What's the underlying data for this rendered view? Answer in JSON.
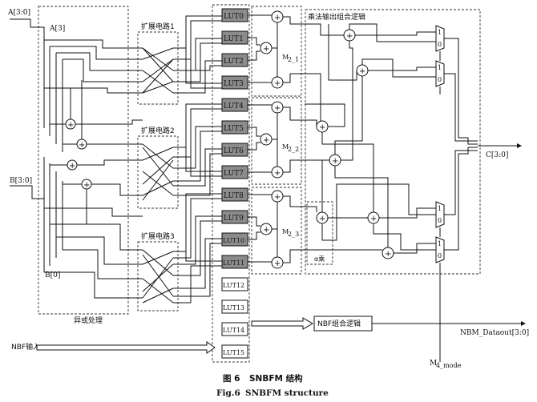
{
  "inputs": {
    "a_bus": "A[3:0]",
    "a3": "A[3]",
    "b_bus": "B[3:0]",
    "b0": "B[0]",
    "nbf_in": "NBF输入"
  },
  "blocks": {
    "xor_label": "异或处理",
    "ext1": "扩展电路1",
    "ext2": "扩展电路2",
    "ext3": "扩展电路3",
    "mult_logic": "乘法输出组合逻辑",
    "nbf_logic": "NBF组合逻辑",
    "alpha": "α乘",
    "m2_1": "M",
    "m2_1_sub": "2_1",
    "m2_2": "M",
    "m2_2_sub": "2_2",
    "m2_3": "M",
    "m2_3_sub": "2_3",
    "m4": "M",
    "m4_sub": "4_mode"
  },
  "outputs": {
    "c_bus": "C[3:0]",
    "nbm": "NBM_Dataout[3:0]"
  },
  "luts": [
    "LUT0",
    "LUT1",
    "LUT2",
    "LUT3",
    "LUT4",
    "LUT5",
    "LUT6",
    "LUT7",
    "LUT8",
    "LUT9",
    "LUT10",
    "LUT11",
    "LUT12",
    "LUT13",
    "LUT14",
    "LUT15"
  ],
  "adder_symbol": "+",
  "mux": {
    "top": "1",
    "bottom": "0"
  },
  "caption": {
    "cn_prefix": "图 6",
    "cn_title": "SNBFM 结构",
    "en_prefix": "Fig.6",
    "en_title": "SNBFM structure"
  },
  "colors": {
    "lut_active": "#8c8c8c",
    "line": "#111111"
  }
}
